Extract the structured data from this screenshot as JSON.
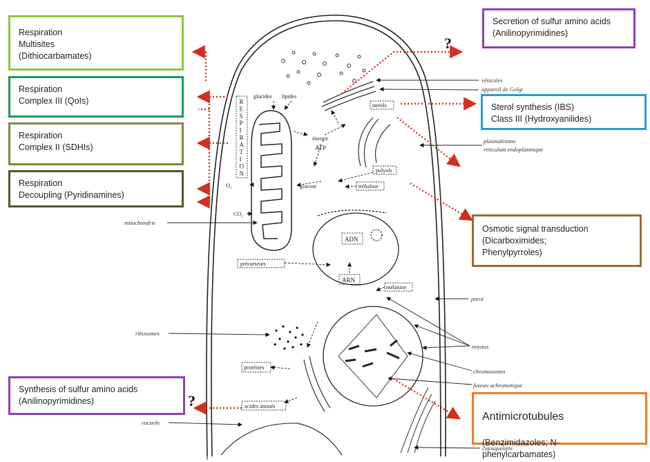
{
  "colors": {
    "light_green": "#8dc63f",
    "teal_green": "#1a9a5a",
    "olive_green": "#7d8a3a",
    "dark_olive": "#4a5a2a",
    "purple": "#8e3fb5",
    "blue": "#2a9ad8",
    "brown": "#9a6a3a",
    "orange": "#ee7b2a",
    "arrow_red": "#d03020"
  },
  "boxes": {
    "multisites": "Respiration\nMultisites\n(Dithiocarbamates)",
    "complex3": "Respiration\nComplex III (QoIs)",
    "complex2": "Respiration\nComplex II (SDHIs)",
    "decoupling": "Respiration\nDecoupling (Pyridinamines)",
    "secretion": "Secretion of sulfur amino acids\n(Anilinopyrimidines)",
    "sterol": "Sterol synthesis (IBS)\nClass III (Hydroxyanilides)",
    "osmotic": "Osmotic signal transduction\n(Dicarboximides;\nPhenylpyrroles)",
    "synthesis": "Synthesis of sulfur amino acids\n(Anilinopyrimidines)",
    "antimicro_title": "Antimicrotubules",
    "antimicro_body": "(Benzimidazoles; N-\nphenylcarbamates)"
  },
  "question_marks": {
    "top": "?",
    "bottom": "?"
  },
  "outer_labels": {
    "vesicules": "vésicules",
    "golgi": "appareil de Golgi",
    "plasmalemme": "plasmalemme",
    "reticulum": "réticulum endoplasmique",
    "mitochondrie": "mitochondrie",
    "paroi": "paroi",
    "ribosomes": "ribosomes",
    "noyaux": "noyaux",
    "chromosomes": "chromosomes",
    "fuseau": "fuseau achromatique",
    "vacuole": "vacuole",
    "cytosquelette": "cytosquelette"
  },
  "cell_labels": {
    "glucides": "glucides",
    "lipides": "lipides",
    "respiration_letters": [
      "R",
      "E",
      "S",
      "P",
      "I",
      "R",
      "A",
      "T",
      "I",
      "O",
      "N"
    ],
    "energie": "énergie",
    "atp": "ATP",
    "sterols": "sterols",
    "polyols": "polyols",
    "trehalose": "tréhalose",
    "glucose": "glucose",
    "o2": "O₂",
    "co2": "CO₂",
    "adn": "ADN",
    "precurseurs": "précurseurs",
    "arn": "ARN",
    "melanine": "mélanine",
    "proteines": "protéines",
    "acides_amines": "acides aminés"
  }
}
